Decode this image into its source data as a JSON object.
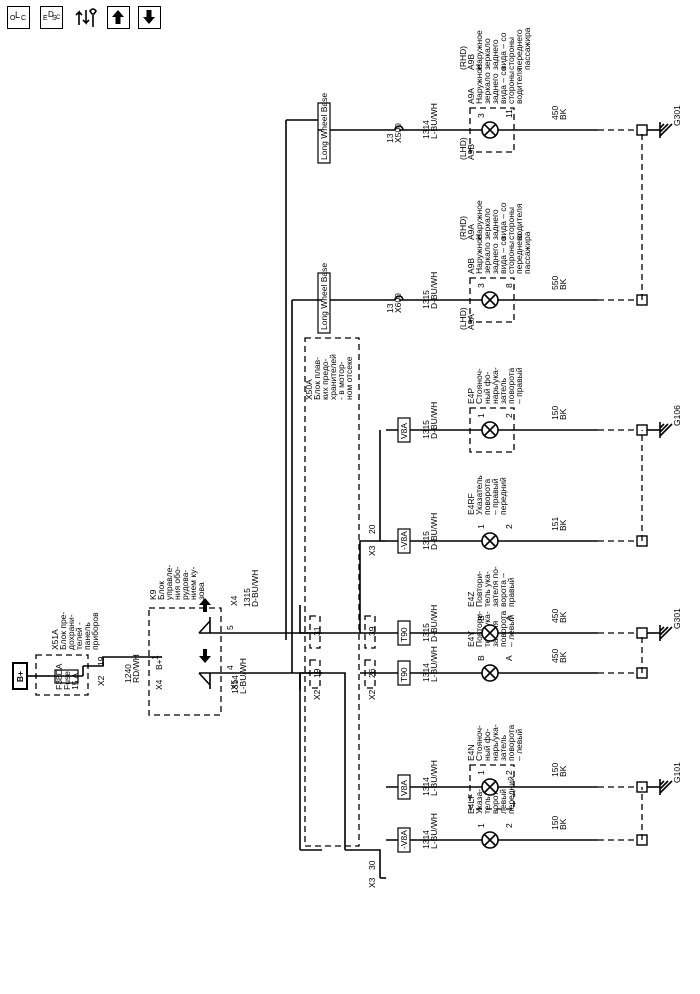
{
  "toolbar": {
    "loc_main": "L",
    "loc_sub": "O",
    "loc_sup": "C",
    "desc_main": "D",
    "desc_sub": "E",
    "desc_s": "S",
    "desc_c": "C"
  },
  "battery": "B+",
  "fuse_block": {
    "ref": "X51A",
    "name": [
      "Блок пре-",
      "дохрани-",
      "телей -",
      "панель",
      "приборов"
    ],
    "fuse_id": "F38DA",
    "fuse_type": "Fuse",
    "fuse_rating": "15 A",
    "pin_out": "19",
    "conn": "X2"
  },
  "input_wire": {
    "circuit": "1240",
    "color": "RD/WH"
  },
  "module": {
    "ref": "K9",
    "name": [
      "Блок",
      "управле-",
      "ния обо-",
      "рудова-",
      "нием ку-",
      "зова"
    ],
    "conn_in": "X4",
    "pin_in": "1",
    "bplus": "B+",
    "out_right": {
      "conn": "X4",
      "pin": "5"
    },
    "out_left": {
      "conn": "X5",
      "pin": "4"
    }
  },
  "wire_right": {
    "circuit": "1315",
    "color": "D-BU/WH"
  },
  "wire_left": {
    "circuit": "1314",
    "color": "L-BU/WH"
  },
  "fuse_relay": {
    "ref": "X50A",
    "name": [
      "Блок плав-",
      "ких предо-",
      "хранителей",
      "- в мотор-",
      "ном отсеке"
    ],
    "pin_31": "31",
    "pin_19": "19",
    "pin_39": "39",
    "pin_26": "26",
    "pin_20": "20",
    "pin_30": "30",
    "conn_x2": "X2",
    "conn_x3": "X3"
  },
  "lwb": "Long Wheel Base",
  "lamps": [
    {
      "ref": "E4LF",
      "name": [
        "Указа-",
        "тель по-",
        "ворота –",
        "левый",
        "передний"
      ],
      "pin_top": "1",
      "pin_bot": "2",
      "tag": "-V8A",
      "circuit_top": "1314",
      "color_top": "L-BU/WH",
      "circuit_bot": "150",
      "color_bot": "BK",
      "ground": ""
    },
    {
      "ref": "E4N",
      "name": [
        "Стояноч-",
        "ный фо-",
        "нарь/ука-",
        "затель",
        "поворота",
        "– левый"
      ],
      "pin_top": "1",
      "pin_bot": "2",
      "tag": "V8A",
      "circuit_top": "1314",
      "color_top": "L-BU/WH",
      "circuit_bot": "150",
      "color_bot": "BK",
      "ground": "G101"
    },
    {
      "ref": "E4Y",
      "name": [
        "Повтори-",
        "тель ука-",
        "зателя",
        "поворота",
        "– левый"
      ],
      "pin_top": "B",
      "pin_bot": "A",
      "tag": "T90",
      "circuit_top": "1314",
      "color_top": "L-BU/WH",
      "circuit_bot": "450",
      "color_bot": "BK",
      "ground": ""
    },
    {
      "ref": "E4Z",
      "name": [
        "Повтори-",
        "тель ука-",
        "зателя по-",
        "ворота –",
        "правый"
      ],
      "pin_top": "B",
      "pin_bot": "A",
      "tag": "T90",
      "circuit_top": "1315",
      "color_top": "D-BU/WH",
      "circuit_bot": "450",
      "color_bot": "BK",
      "ground": "G301"
    },
    {
      "ref": "E4RF",
      "name": [
        "Указатель",
        "поворота",
        "– правый",
        "передний"
      ],
      "pin_top": "1",
      "pin_bot": "2",
      "tag": "-V8A",
      "circuit_top": "1315",
      "color_top": "D-BU/WH",
      "circuit_bot": "151",
      "color_bot": "BK",
      "ground": ""
    },
    {
      "ref": "E4P",
      "name": [
        "Стояноч-",
        "ный фо-",
        "нарь/ука-",
        "затель",
        "поворота",
        "– правый"
      ],
      "pin_top": "1",
      "pin_bot": "2",
      "tag": "V8A",
      "circuit_top": "1315",
      "color_top": "D-BU/WH",
      "circuit_bot": "150",
      "color_bot": "BK",
      "ground": "G106"
    },
    {
      "ref": "A9B",
      "name": [
        "Наружное",
        "зеркало",
        "заднего",
        "вида – со",
        "стороны",
        "переднего",
        "пассажира"
      ],
      "ref_alt": "A9A",
      "name_alt": [
        "Наружное",
        "зеркало",
        "заднего",
        "вида – со",
        "стороны",
        "водителя"
      ],
      "side": "(LHD)",
      "side_alt": "(RHD)",
      "pin_top": "3",
      "pin_bot": "8",
      "x_conn": "X600",
      "x_pin": "13",
      "circuit_top": "1315",
      "color_top": "D-BU/WH",
      "circuit_bot": "550",
      "color_bot": "BK",
      "ground": ""
    },
    {
      "ref": "A9A",
      "name": [
        "Наружное",
        "зеркало",
        "заднего",
        "вида – со",
        "стороны",
        "водителя"
      ],
      "ref_alt": "A9B",
      "name_alt": [
        "Наружное",
        "зеркало",
        "заднего",
        "вида – со",
        "стороны",
        "переднего",
        "пассажира"
      ],
      "side": "(LHD)",
      "side_alt": "(RHD)",
      "pin_top": "3",
      "pin_bot": "11",
      "x_conn": "X500",
      "x_pin": "13",
      "circuit_top": "1314",
      "color_top": "L-BU/WH",
      "circuit_bot": "450",
      "color_bot": "BK",
      "ground": "G301"
    }
  ]
}
